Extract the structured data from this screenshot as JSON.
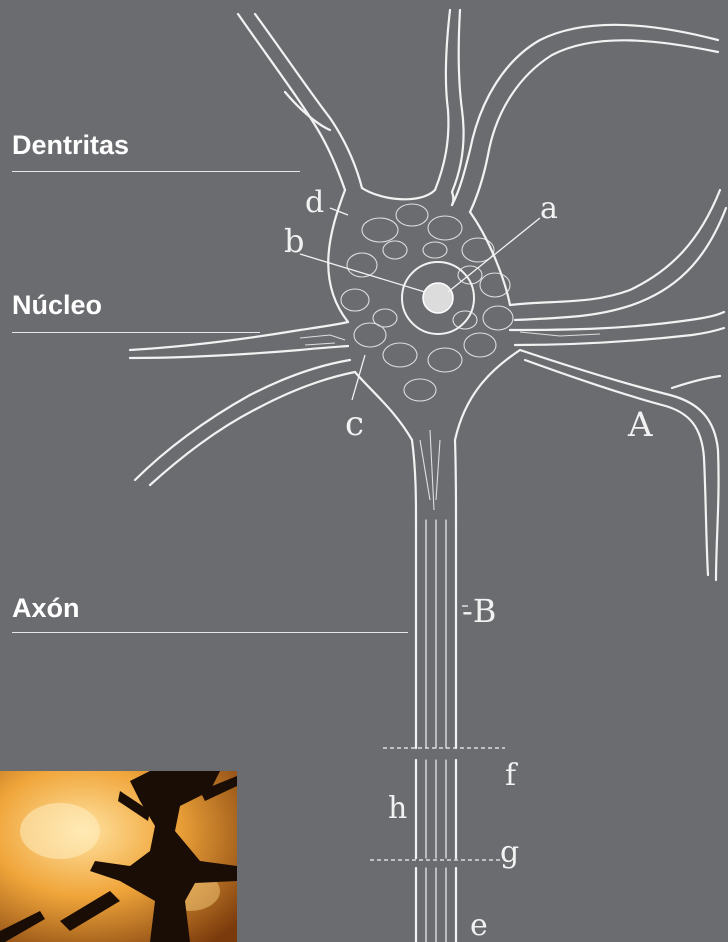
{
  "labels": {
    "dendrites": "Dentritas",
    "nucleus": "Núcleo",
    "axon": "Axón"
  },
  "letters": {
    "a": "a",
    "b": "b",
    "c": "c",
    "d": "d",
    "A": "A",
    "B": "-B",
    "f": "f",
    "g": "g",
    "h": "h",
    "e": "e"
  },
  "colors": {
    "background": "#6b6c70",
    "drawing": "#f2f2f2",
    "photo_glow": "#f0a53a",
    "photo_dark": "#1a0d05"
  }
}
